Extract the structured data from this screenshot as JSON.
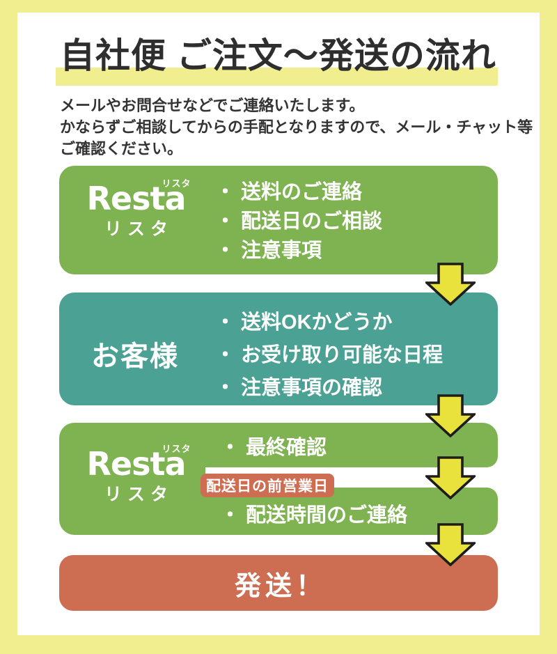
{
  "colors": {
    "frame": "#f0ee8f",
    "highlight": "#f0ee8f",
    "green": "#7fb251",
    "teal": "#4ba294",
    "salmon": "#cd6e53",
    "arrow-yellow": "#eae23c",
    "arrow-outline": "#1d1d1d",
    "title-text": "#2e2e2e",
    "body-text": "#333333",
    "box-text": "#ffffff"
  },
  "header": {
    "title": "自社便 ご注文～発送の流れ",
    "intro_lines": [
      "メールやお問合せなどでご連絡いたします。",
      "かならずご相談してからの手配となりますので、メール・チャット等",
      "ご確認ください。"
    ]
  },
  "logo": {
    "wordmark": "Resta",
    "kana_small": "リスタ",
    "kana": "リスタ"
  },
  "steps": [
    {
      "actor": "Resta リスタ",
      "items": [
        "・ 送料のご連絡",
        "・ 配送日のご相談",
        "・ 注意事項"
      ]
    },
    {
      "actor": "お客様",
      "items": [
        "・ 送料OKかどうか",
        "・ お受け取り可能な日程",
        "・ 注意事項の確認"
      ]
    },
    {
      "actor": "Resta リスタ",
      "item_top": "・ 最終確認",
      "badge": "配送日の前営業日",
      "item_bottom": "・ 配送時間のご連絡"
    }
  ],
  "final_step": {
    "label": "発送！"
  }
}
